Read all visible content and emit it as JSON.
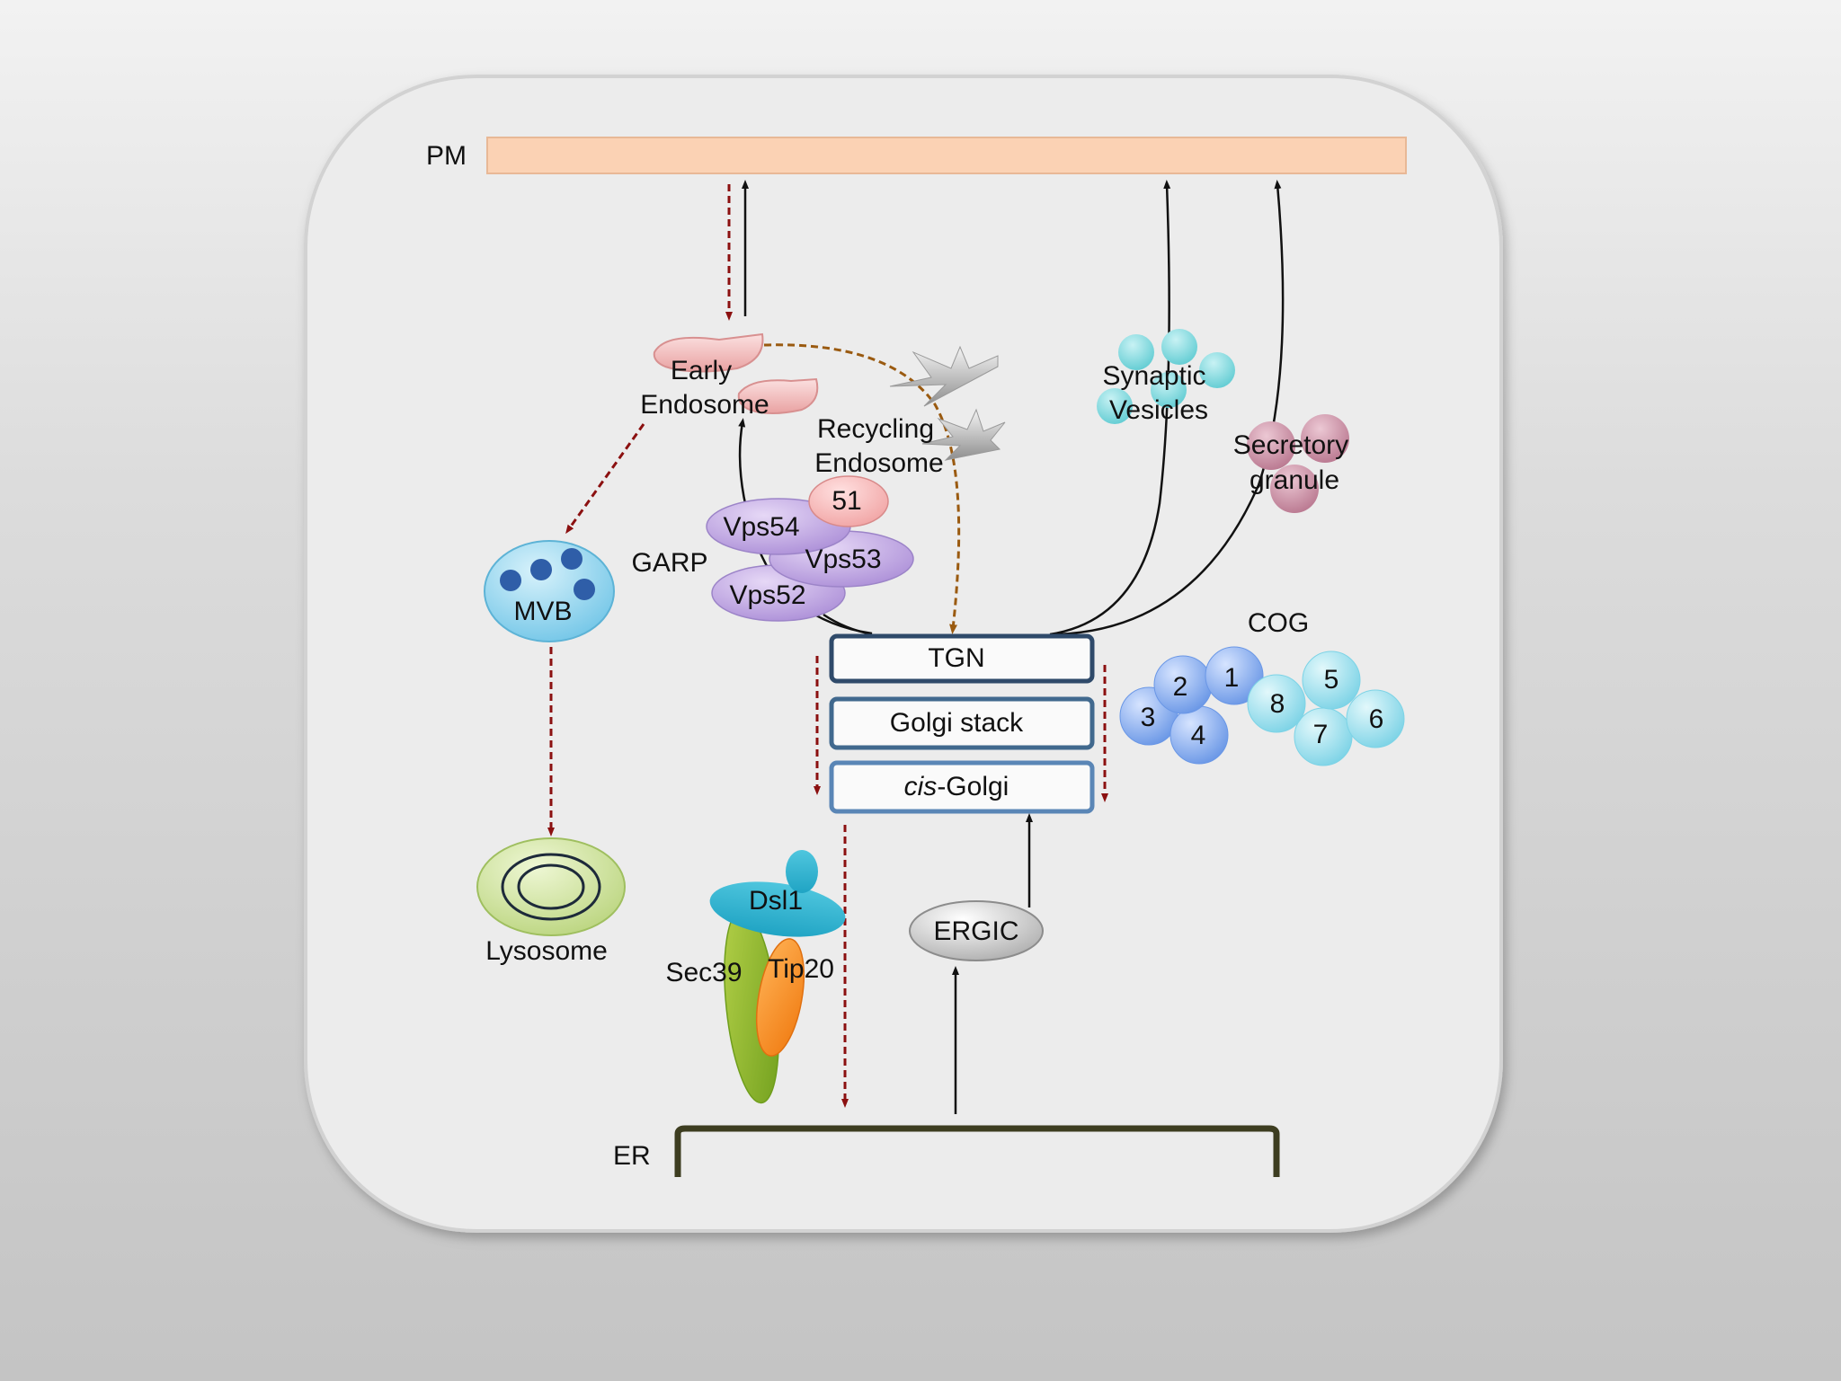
{
  "labels": {
    "pm": "PM",
    "er": "ER",
    "early_endosome": [
      "Early",
      "Endosome"
    ],
    "recycling_endosome": [
      "Recycling",
      "Endosome"
    ],
    "mvb": "MVB",
    "lysosome": "Lysosome",
    "garp": "GARP",
    "synaptic_vesicles": [
      "Synaptic",
      "Vesicles"
    ],
    "secretory_granule": [
      "Secretory",
      "granule"
    ],
    "cog": "COG",
    "ergic": "ERGIC"
  },
  "golgi": {
    "tgn": "TGN",
    "stack": "Golgi stack",
    "cis_prefix": "cis",
    "cis_suffix": "-Golgi"
  },
  "garp_subunits": {
    "vps54": "Vps54",
    "vps53": "Vps53",
    "vps52": "Vps52",
    "vps51": "51"
  },
  "dsl1_complex": {
    "dsl1": "Dsl1",
    "sec39": "Sec39",
    "tip20": "Tip20"
  },
  "cog_subunits": [
    "1",
    "2",
    "3",
    "4",
    "5",
    "6",
    "7",
    "8"
  ],
  "colors": {
    "pm_bar": "#fbd2b4",
    "dashed_arrow": "#8b1010",
    "recycling_path": "#9a5a10",
    "cog_lobe_a": "#7ea8ee",
    "cog_lobe_b": "#8fdcec",
    "garp": "#c0a4e2",
    "mvb": "#8fd2ee",
    "lysosome": "#cfe39c",
    "synaptic": "#7fd8dc",
    "secretory": "#c98aa0",
    "early_endosome": "#f2b6b6",
    "golgi_border": "#2f4a6a",
    "er_membrane": "#3d3d20"
  }
}
